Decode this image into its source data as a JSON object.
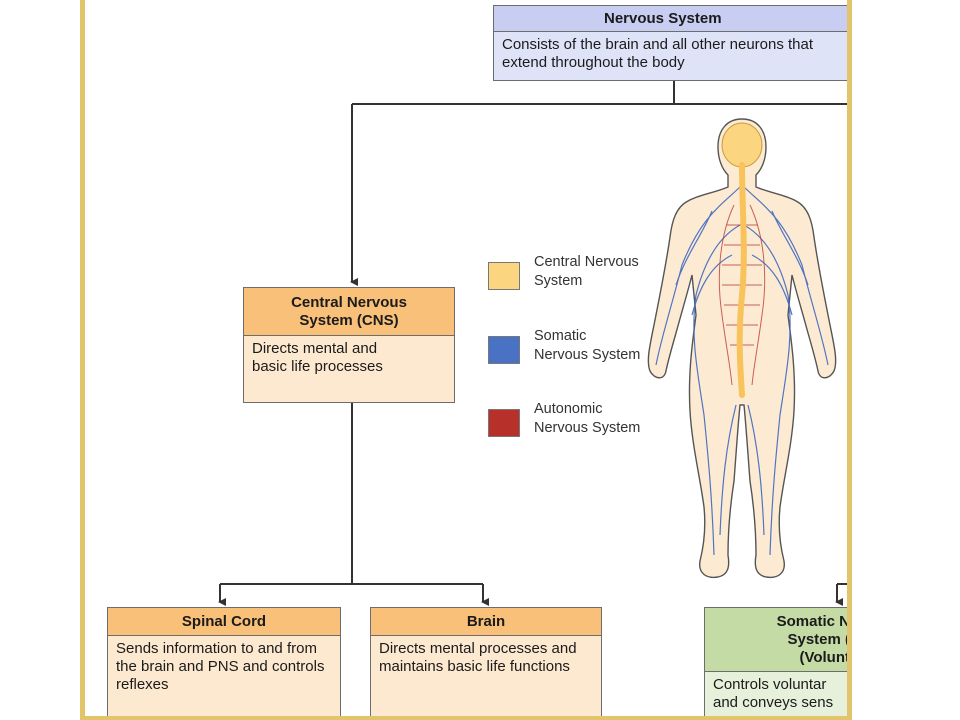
{
  "colors": {
    "frame_border": "#e2c46a",
    "cns_header": "#f8c078",
    "cns_body": "#fde9d0",
    "ns_header": "#c8cdf2",
    "ns_body": "#dfe3f8",
    "somatic_header": "#c5dba6",
    "somatic_body": "#e7f0da",
    "central_swatch": "#fbd57f",
    "somatic_swatch": "#4a72c4",
    "autonomic_swatch": "#b8302a"
  },
  "nervous_system": {
    "title": "Nervous System",
    "description": "Consists of the brain and all other neurons that extend throughout the body"
  },
  "cns": {
    "title": "Central Nervous System (CNS)",
    "description": "Directs mental and basic life processes"
  },
  "spinal_cord": {
    "title": "Spinal Cord",
    "description": "Sends information to and from the brain and PNS and controls reflexes"
  },
  "brain": {
    "title": "Brain",
    "description": "Directs mental processes and maintains basic life functions"
  },
  "somatic": {
    "title_line1": "Somatic N",
    "title_line2": "System (",
    "title_line3": "(Volunt",
    "desc_line1": "Controls voluntar",
    "desc_line2": "and conveys sens"
  },
  "legend": [
    {
      "label": "Central Nervous System",
      "icon": "central-nervous-swatch",
      "color": "#fbd57f"
    },
    {
      "label": "Somatic Nervous System",
      "icon": "somatic-nervous-swatch",
      "color": "#4a72c4"
    },
    {
      "label": "Autonomic Nervous System",
      "icon": "autonomic-nervous-swatch",
      "color": "#b8302a"
    }
  ],
  "figure": {
    "icon": "human-body-nervous-system-illustration"
  }
}
